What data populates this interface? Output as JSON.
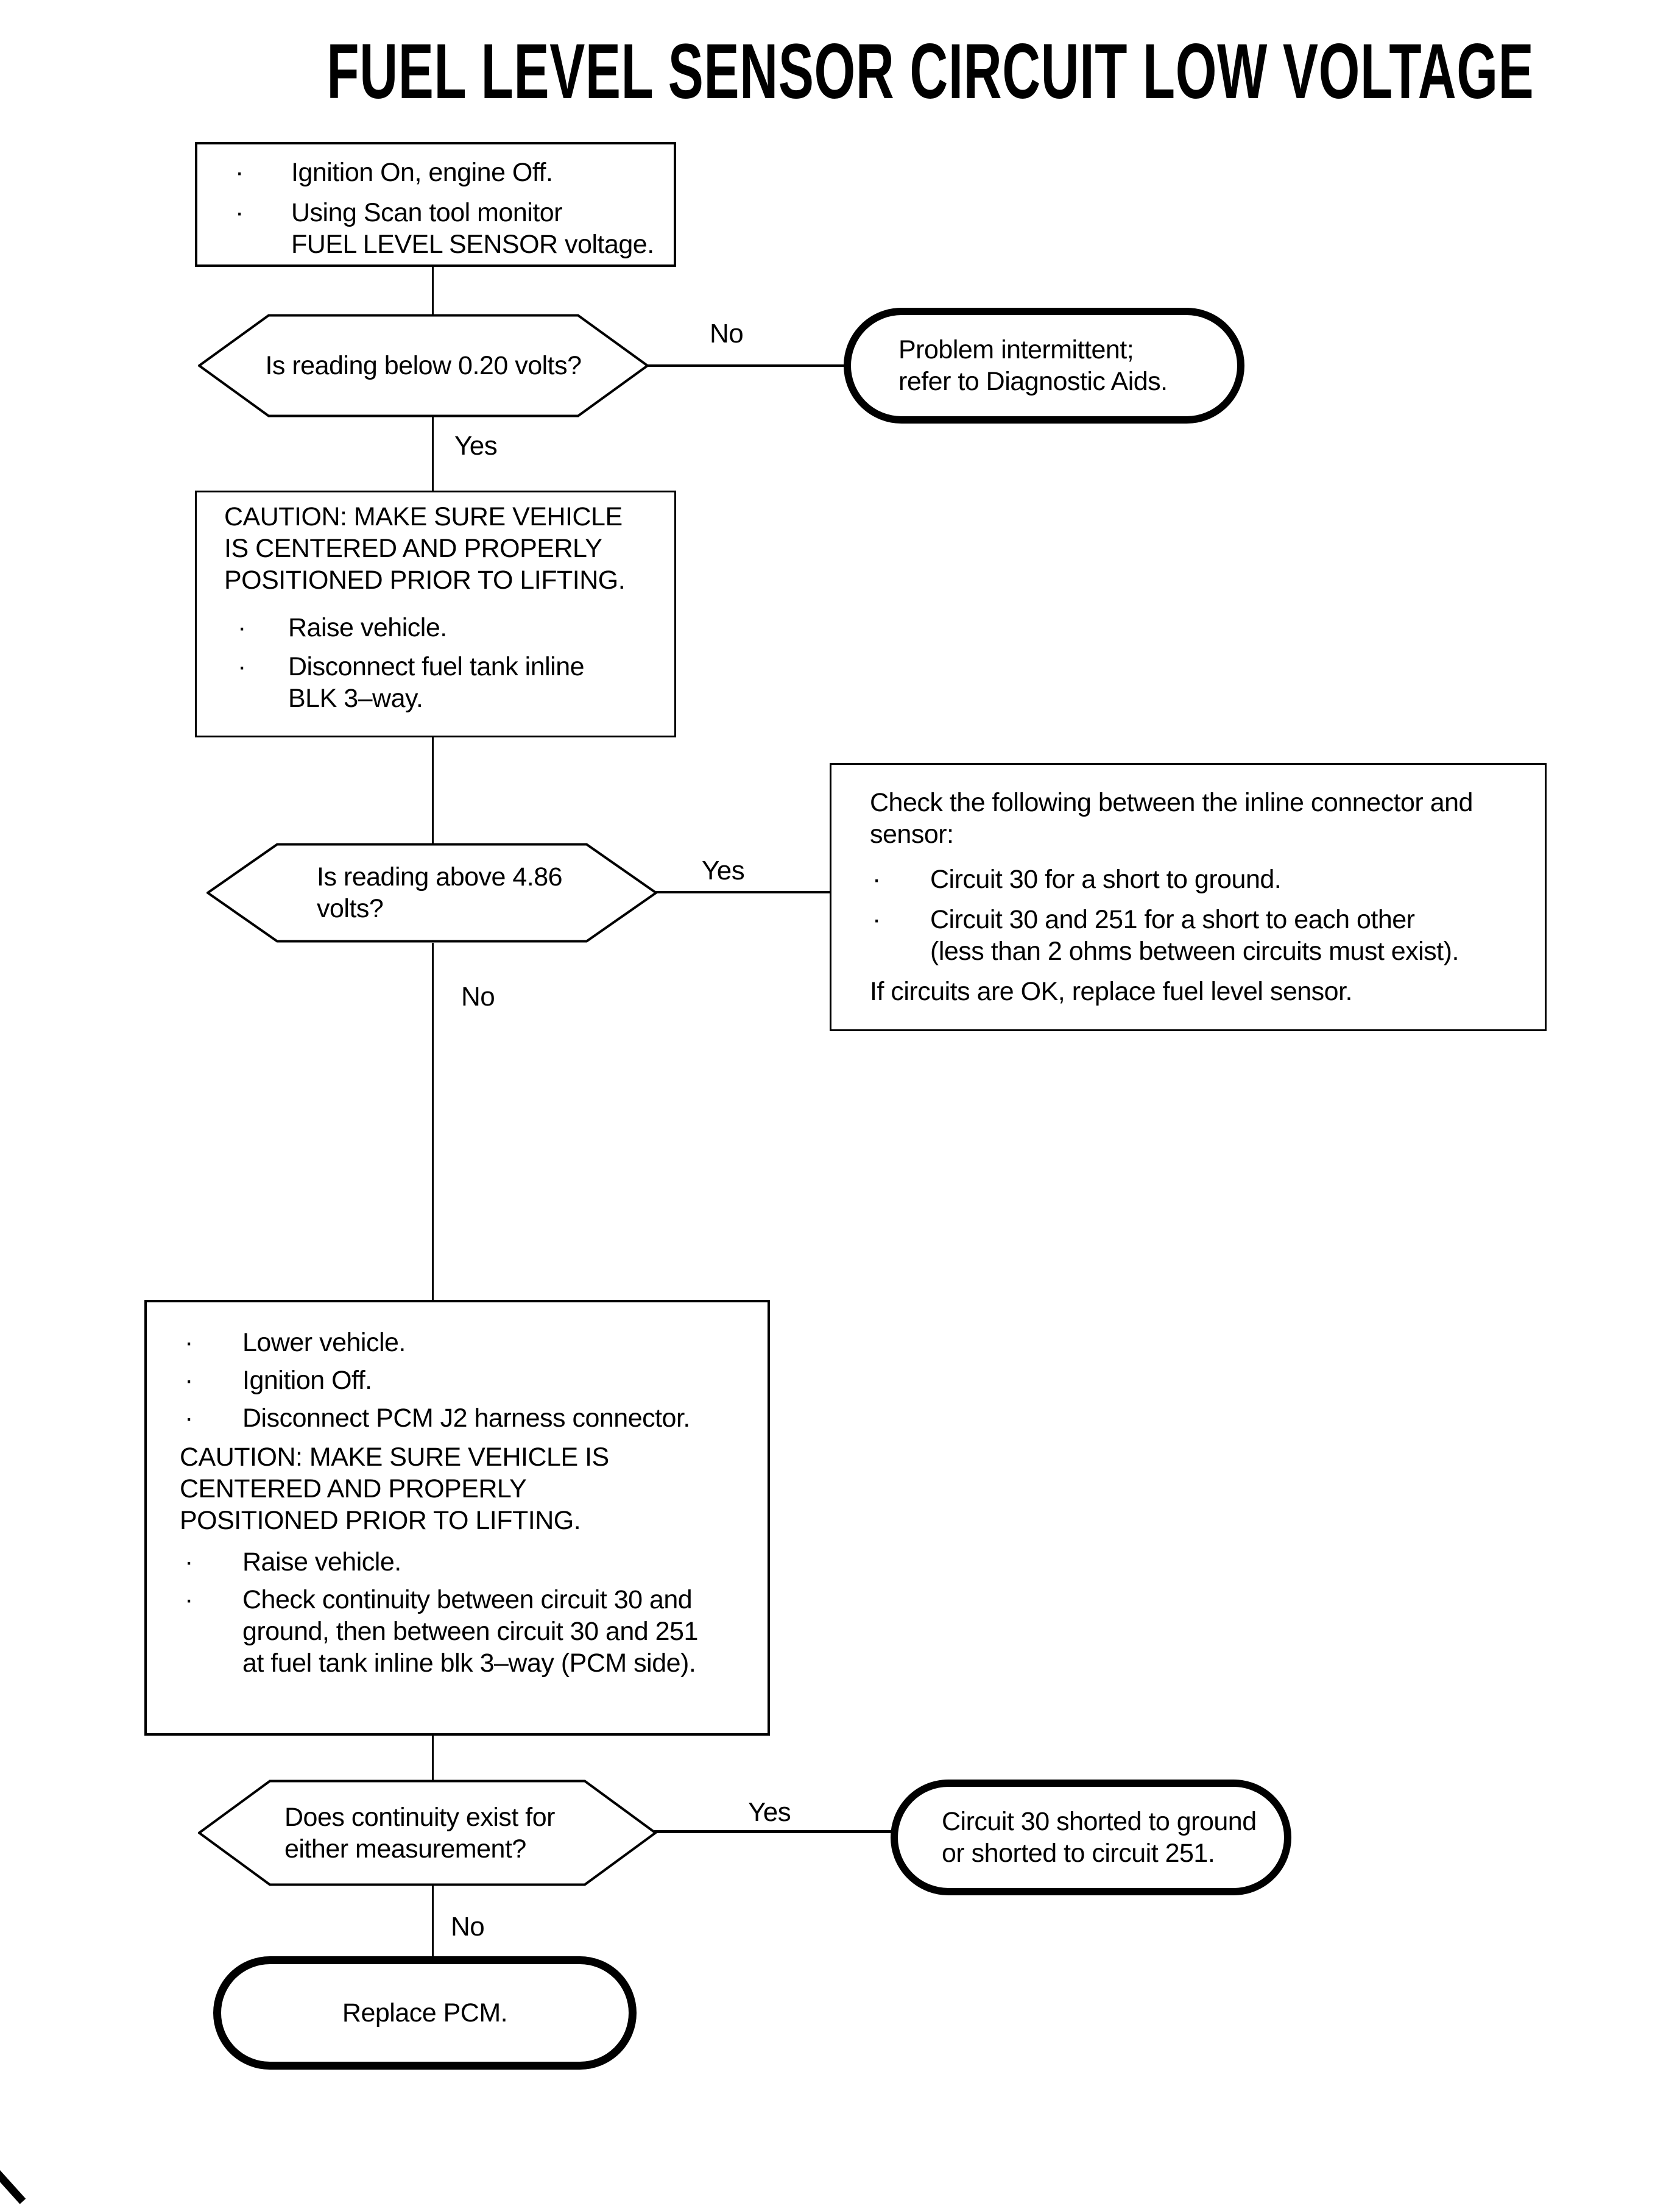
{
  "title": "FUEL LEVEL SENSOR CIRCUIT LOW VOLTAGE",
  "labels": {
    "yes": "Yes",
    "no": "No",
    "bullet": "·"
  },
  "nodes": {
    "start": {
      "b1": "Ignition On, engine Off.",
      "b2": "Using Scan tool monitor\nFUEL LEVEL SENSOR voltage."
    },
    "decision1": {
      "q": "Is reading below 0.20 volts?"
    },
    "terminal1": {
      "text": "Problem intermittent;\nrefer to Diagnostic Aids."
    },
    "caution_box": {
      "caution": "CAUTION: MAKE SURE VEHICLE\nIS CENTERED AND PROPERLY\nPOSITIONED PRIOR TO LIFTING.",
      "b1": "Raise vehicle.",
      "b2": "Disconnect fuel tank inline\nBLK 3–way."
    },
    "decision2": {
      "q": "Is reading above 4.86\nvolts?"
    },
    "check_box": {
      "intro": "Check the following between the inline connector and\nsensor:",
      "b1": "Circuit 30 for a short to ground.",
      "b2": "Circuit 30 and 251 for a short to each other\n(less than 2 ohms between circuits must exist).",
      "outro": "If circuits are OK, replace fuel level sensor."
    },
    "steps_box": {
      "b1": "Lower vehicle.",
      "b2": "Ignition Off.",
      "b3": "Disconnect PCM J2 harness connector.",
      "caution": "CAUTION: MAKE SURE VEHICLE IS\nCENTERED AND PROPERLY\nPOSITIONED PRIOR TO LIFTING.",
      "b4": "Raise vehicle.",
      "b5": "Check continuity between circuit 30 and\nground, then between circuit 30 and 251\nat fuel tank inline blk 3–way (PCM side)."
    },
    "decision3": {
      "q": "Does continuity exist for\neither measurement?"
    },
    "terminal2": {
      "text": "Circuit 30 shorted to ground\nor shorted to circuit 251."
    },
    "terminal3": {
      "text": "Replace PCM."
    }
  }
}
